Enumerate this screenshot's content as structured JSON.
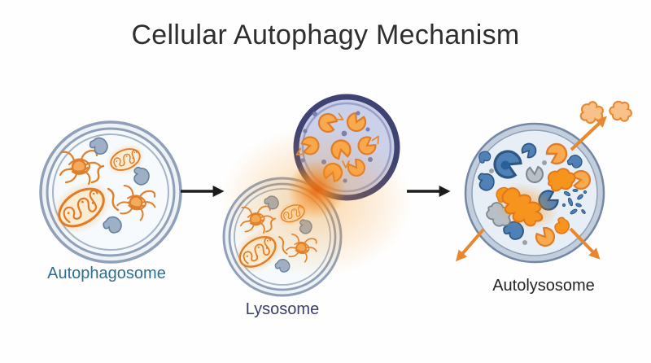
{
  "title": "Cellular Autophagy Mechanism",
  "stages": [
    {
      "id": "autophagosome",
      "label": "Autophagosome",
      "label_color": "#2e6f91"
    },
    {
      "id": "lysosome",
      "label": "Lysosome",
      "label_color": "#3a3f63"
    },
    {
      "id": "autolysosome",
      "label": "Autolysosome",
      "label_color": "#242424"
    }
  ],
  "colors": {
    "background": "#fefefe",
    "title_text": "#2f2f2f",
    "membrane_gray_blue": "#8fa0b8",
    "membrane_dark_indigo": "#3e4374",
    "autophagosome_lumen": "#f4f8fb",
    "lysosome_lumen": "#c9cee8",
    "autolysosome_lumen": "#e7eef5",
    "organelle_orange_stroke": "#e07b28",
    "organelle_orange_fill": "#f9a94e",
    "bright_orange": "#f7941d",
    "enzyme_dot_purple": "#7a80b0",
    "blue_shape": "#4f81b6",
    "gray_shape": "#b9bfc6",
    "black_arrow": "#1b1b1b",
    "orange_arrow": "#e8872e"
  }
}
